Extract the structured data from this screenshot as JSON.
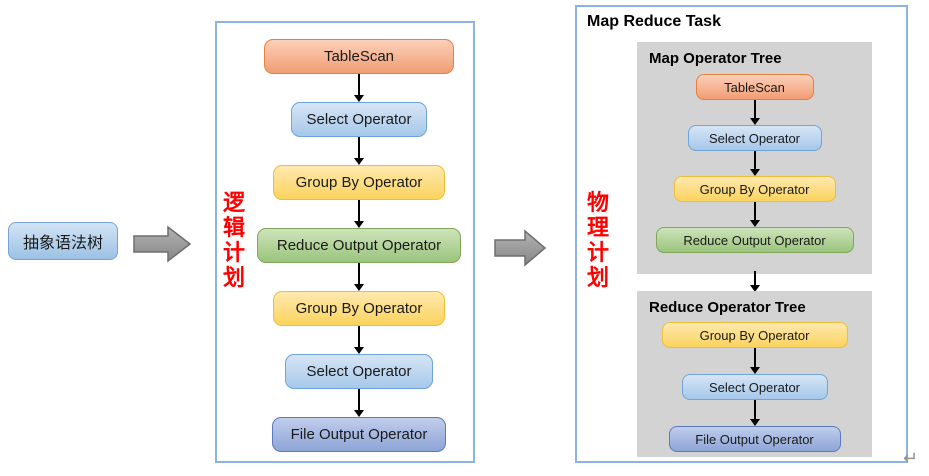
{
  "ast": {
    "label": "抽象语法树"
  },
  "logical_plan": {
    "label": "逻辑计划",
    "nodes": [
      {
        "label": "TableScan",
        "type": "orange"
      },
      {
        "label": "Select Operator",
        "type": "blue"
      },
      {
        "label": "Group By Operator",
        "type": "yellow"
      },
      {
        "label": "Reduce Output Operator",
        "type": "green"
      },
      {
        "label": "Group By Operator",
        "type": "yellow"
      },
      {
        "label": "Select Operator",
        "type": "blue"
      },
      {
        "label": "File Output Operator",
        "type": "periwinkle"
      }
    ]
  },
  "physical_plan": {
    "title": "Map Reduce Task",
    "label": "物理计划",
    "map_tree": {
      "title": "Map Operator Tree",
      "nodes": [
        {
          "label": "TableScan",
          "type": "orange"
        },
        {
          "label": "Select Operator",
          "type": "blue"
        },
        {
          "label": "Group By Operator",
          "type": "yellow"
        },
        {
          "label": "Reduce Output Operator",
          "type": "green"
        }
      ]
    },
    "reduce_tree": {
      "title": "Reduce Operator Tree",
      "nodes": [
        {
          "label": "Group By Operator",
          "type": "yellow"
        },
        {
          "label": "Select Operator",
          "type": "blue"
        },
        {
          "label": "File Output Operator",
          "type": "periwinkle"
        }
      ]
    }
  },
  "return_mark": "↵",
  "colors": {
    "box_border": "#8db3e2",
    "panel_gray": "#d3d3d3",
    "label_red": "#ff0000",
    "node_orange": "#f19d73",
    "node_blue": "#a6c8ea",
    "node_yellow": "#fbd35e",
    "node_green": "#9bc47d",
    "node_periwinkle": "#8ea5d7",
    "block_arrow_gray": "#9a9a9a"
  }
}
